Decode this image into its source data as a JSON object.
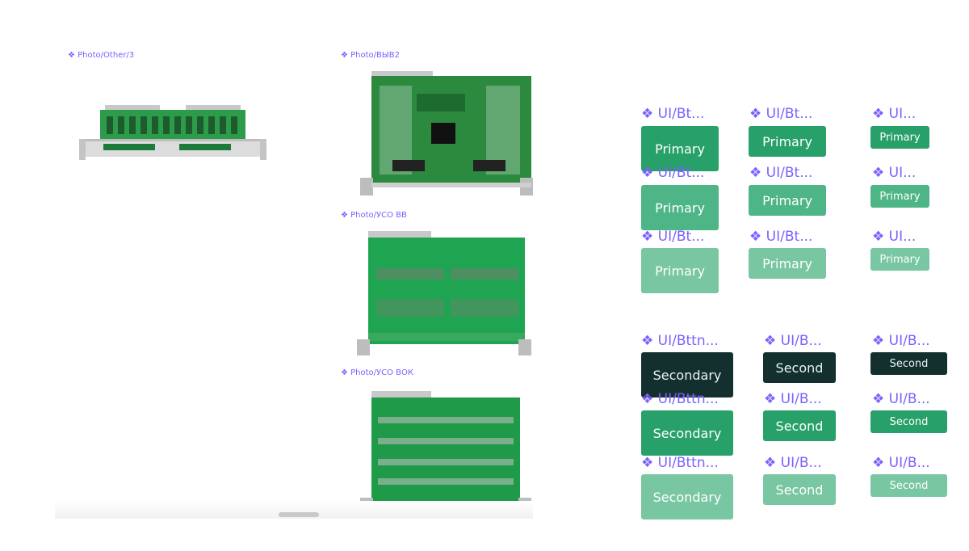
{
  "photo_labels": {
    "other3": "❖ Photo/Other/3",
    "vyv2": "❖ Photo/ВЫВ2",
    "uso_vv": "❖ Photo/УСО ВВ",
    "uso_vok": "❖ Photo/УСО ВОК"
  },
  "primary": {
    "labels": [
      "❖ UI/Bt...",
      "❖ UI/Bt...",
      "❖ UI..."
    ],
    "text": "Primary"
  },
  "secondary": {
    "labels_large": "❖ UI/Bttn...",
    "labels_medium": "❖ UI/B...",
    "labels_small": "❖ UI/B...",
    "text_large": "Secondary",
    "text_short": "Second"
  },
  "colors": {
    "accent_label": "#7b61ff",
    "green_primary": "#27a06a",
    "green_hover": "#4db586",
    "green_disabled": "#79c6a2",
    "dark": "#13302e",
    "pcb": "#1f9a49"
  },
  "icons": [
    "component-diamond-icon"
  ]
}
